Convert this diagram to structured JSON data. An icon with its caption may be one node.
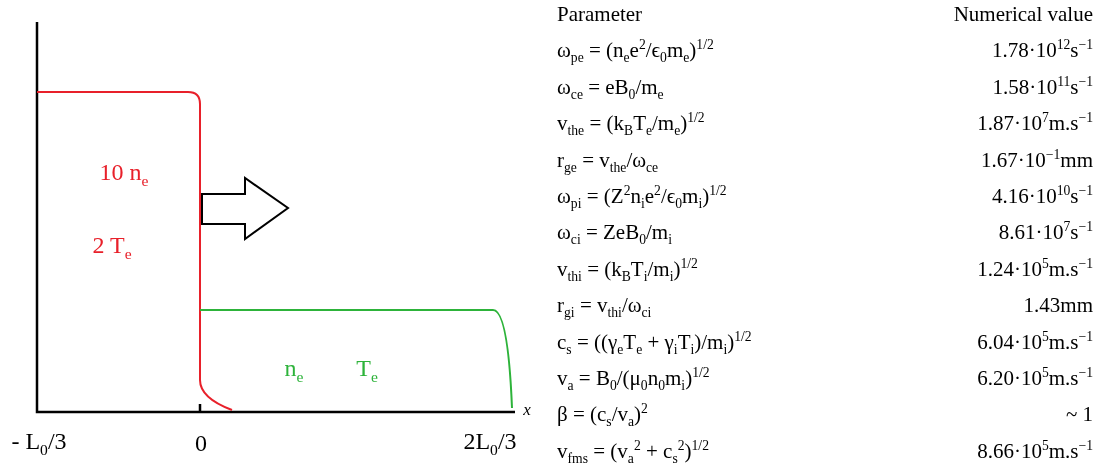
{
  "diagram": {
    "labels": [
      "10 n$_{e}$",
      "2 T$_{e}$",
      "n$_{e}$",
      "T$_{e}$",
      "- L$_{0}$/3",
      "0",
      "2L$_{0}$/3",
      "x",
      "Parameter",
      "Numerical value",
      "ω$_{pe}$ = (n$_{e}$e$^{2}$/ϵ$_{0}$m$_{e}$)$^{1/2}$",
      "1.78·10$^{12}$s$^{−1}$",
      "ω$_{ce}$ = eB$_{0}$/m$_{e}$",
      "1.58·10$^{11}$s$^{−1}$",
      "v$_{the}$ = (k$_{B}$T$_{e}$/m$_{e}$)$^{1/2}$",
      "1.87·10$^{7}$m.s$^{−1}$",
      "r$_{ge}$ = v$_{the}$/ω$_{ce}$",
      "1.67·10$^{−1}$mm",
      "ω$_{pi}$ = (Z$^{2}$n$_{i}$e$^{2}$/ϵ$_{0}$m$_{i}$)$^{1/2}$",
      "4.16·10$^{10}$s$^{−1}$",
      "ω$_{ci}$ = ZeB$_{0}$/m$_{i}$",
      "8.61·10$^{7}$s$^{−1}$",
      "v$_{thi}$ = (k$_{B}$T$_{i}$/m$_{i}$)$^{1/2}$",
      "1.24·10$^{5}$m.s$^{−1}$",
      "r$_{gi}$ = v$_{thi}$/ω$_{ci}$",
      "1.43mm",
      "c$_{s}$ = ((γ$_{e}$T$_{e}$ + γ$_{i}$T$_{i}$)/m$_{i}$)$^{1/2}$",
      "6.04·10$^{5}$m.s$^{−1}$",
      "v$_{a}$ = B$_{0}$/(μ$_{0}$n$_{0}$m$_{i}$)$^{1/2}$",
      "6.20·10$^{5}$m.s$^{−1}$",
      "β = (c$_{s}$/v$_{a}$)$^{2}$",
      "~ 1",
      "v$_{fms}$ = (v$_{a}$$^{2}$ + c$_{s}$$^{2}$)$^{1/2}$",
      "8.66·10$^{5}$m.s$^{−1}$"
    ]
  }
}
